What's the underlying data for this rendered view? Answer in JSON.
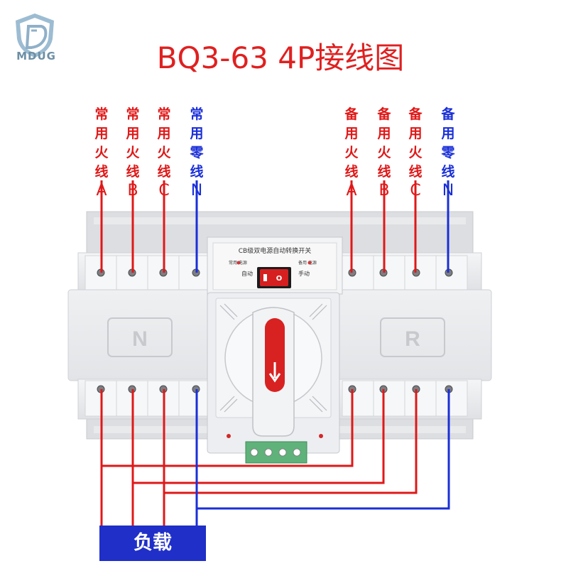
{
  "brand": {
    "name": "MDUG",
    "shield_color": "#8fb0c8"
  },
  "title": "BQ3-63 4P接线图",
  "colors": {
    "live": "#e01818",
    "neutral": "#1a2fd8",
    "load_bg": "#1f2fc8"
  },
  "main_labels": [
    {
      "line1": "常",
      "line2": "用",
      "line3": "火",
      "line4": "线",
      "letter": "A"
    },
    {
      "line1": "常",
      "line2": "用",
      "line3": "火",
      "line4": "线",
      "letter": "B"
    },
    {
      "line1": "常",
      "line2": "用",
      "line3": "火",
      "line4": "线",
      "letter": "C"
    },
    {
      "line1": "常",
      "line2": "用",
      "line3": "零",
      "line4": "线",
      "letter": "N"
    }
  ],
  "backup_labels": [
    {
      "line1": "备",
      "line2": "用",
      "line3": "火",
      "line4": "线",
      "letter": "A"
    },
    {
      "line1": "备",
      "line2": "用",
      "line3": "火",
      "line4": "线",
      "letter": "B"
    },
    {
      "line1": "备",
      "line2": "用",
      "line3": "火",
      "line4": "线",
      "letter": "C"
    },
    {
      "line1": "备",
      "line2": "用",
      "line3": "零",
      "line4": "线",
      "letter": "N"
    }
  ],
  "device": {
    "panel_title": "CB级双电源自动转换开关",
    "auto_label": "自动",
    "manual_label": "手动",
    "main_indicator": "常用 电源",
    "backup_indicator": "备用 电源",
    "switch_off": "O",
    "side_left": "N",
    "side_right": "R"
  },
  "load_label": "负载"
}
